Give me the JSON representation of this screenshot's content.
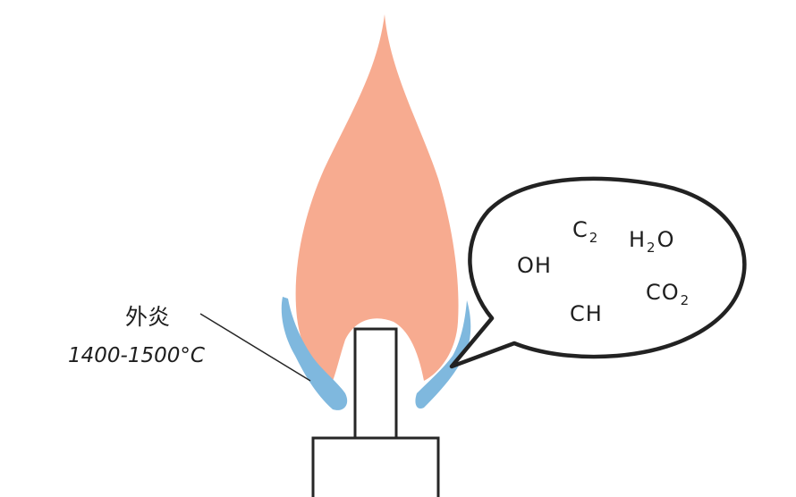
{
  "outer_flame_label": {
    "name": "外炎",
    "temperature": "1400-1500°C"
  },
  "bubble": {
    "species": [
      {
        "text": "OH",
        "base": "OH",
        "sub": ""
      },
      {
        "text": "C2",
        "base": "C",
        "sub": "2"
      },
      {
        "text": "H2O",
        "base": "H",
        "sub": "2",
        "tail": "O"
      },
      {
        "text": "CO2",
        "base": "CO",
        "sub": "2"
      },
      {
        "text": "CH",
        "base": "CH",
        "sub": ""
      }
    ]
  },
  "colors": {
    "flame": "#f7ab90",
    "inner_flame": "#7fb8de",
    "outline": "#262626"
  }
}
